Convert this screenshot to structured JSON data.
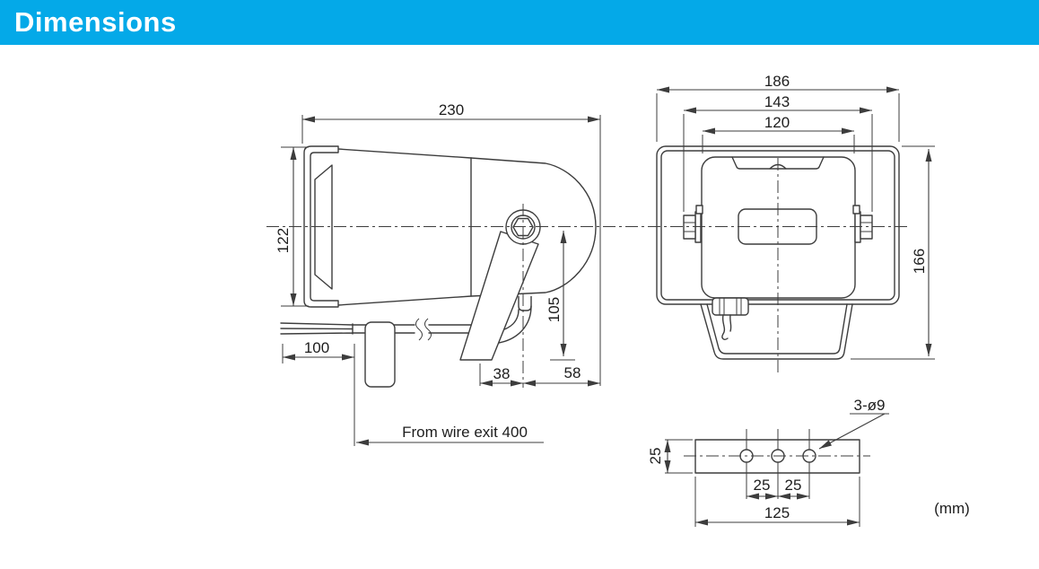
{
  "header": {
    "title": "Dimensions"
  },
  "unit_label": "(mm)",
  "side_view": {
    "overall_length": "230",
    "bell_height": "122",
    "wire_lead": "100",
    "pivot_height": "105",
    "foot_to_pivot": "38",
    "pivot_to_rear": "58",
    "wire_exit_note": "From wire exit 400"
  },
  "rear_view": {
    "bracket_width": "186",
    "knob_span": "143",
    "body_width": "120",
    "overall_height": "166"
  },
  "bracket_view": {
    "plate_depth": "25",
    "hole_pitch_a": "25",
    "hole_pitch_b": "25",
    "plate_length": "125",
    "hole_spec": "3-ø9"
  },
  "colors": {
    "header_bg": "#04a9e8",
    "header_text": "#ffffff",
    "line": "#3d3d3d",
    "text": "#1d1d1d"
  }
}
